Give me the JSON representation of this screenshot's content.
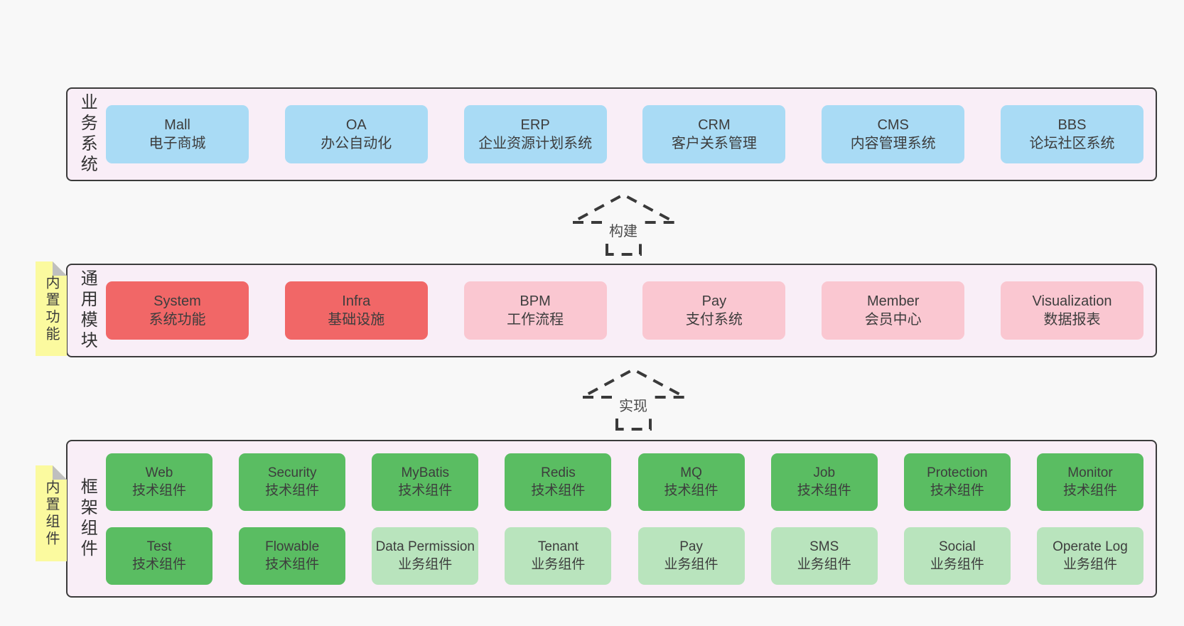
{
  "colors": {
    "page_bg": "#f8f8f8",
    "band_bg": "#f9eef7",
    "band_border": "#3b3b3b",
    "blue": "#a9dbf5",
    "red": "#f16767",
    "pink": "#fac7d1",
    "green": "#5abd62",
    "light_green": "#b9e4bd",
    "note_yellow": "#fbfa9f",
    "note_fold": "#bfbfbf",
    "text": "#3d3d3d"
  },
  "arrows": [
    {
      "label": "构建"
    },
    {
      "label": "实现"
    }
  ],
  "bands": [
    {
      "label": "业务系统",
      "rows": [
        [
          {
            "en": "Mall",
            "zh": "电子商城",
            "variant": "blue"
          },
          {
            "en": "OA",
            "zh": "办公自动化",
            "variant": "blue"
          },
          {
            "en": "ERP",
            "zh": "企业资源计划系统",
            "variant": "blue"
          },
          {
            "en": "CRM",
            "zh": "客户关系管理",
            "variant": "blue"
          },
          {
            "en": "CMS",
            "zh": "内容管理系统",
            "variant": "blue"
          },
          {
            "en": "BBS",
            "zh": "论坛社区系统",
            "variant": "blue"
          }
        ]
      ]
    },
    {
      "label": "通用模块",
      "note": "内置功能",
      "rows": [
        [
          {
            "en": "System",
            "zh": "系统功能",
            "variant": "red"
          },
          {
            "en": "Infra",
            "zh": "基础设施",
            "variant": "red"
          },
          {
            "en": "BPM",
            "zh": "工作流程",
            "variant": "pink"
          },
          {
            "en": "Pay",
            "zh": "支付系统",
            "variant": "pink"
          },
          {
            "en": "Member",
            "zh": "会员中心",
            "variant": "pink"
          },
          {
            "en": "Visualization",
            "zh": "数据报表",
            "variant": "pink"
          }
        ]
      ]
    },
    {
      "label": "框架组件",
      "note": "内置组件",
      "rows": [
        [
          {
            "en": "Web",
            "zh": "技术组件",
            "variant": "green"
          },
          {
            "en": "Security",
            "zh": "技术组件",
            "variant": "green"
          },
          {
            "en": "MyBatis",
            "zh": "技术组件",
            "variant": "green"
          },
          {
            "en": "Redis",
            "zh": "技术组件",
            "variant": "green"
          },
          {
            "en": "MQ",
            "zh": "技术组件",
            "variant": "green"
          },
          {
            "en": "Job",
            "zh": "技术组件",
            "variant": "green"
          },
          {
            "en": "Protection",
            "zh": "技术组件",
            "variant": "green"
          },
          {
            "en": "Monitor",
            "zh": "技术组件",
            "variant": "green"
          }
        ],
        [
          {
            "en": "Test",
            "zh": "技术组件",
            "variant": "green"
          },
          {
            "en": "Flowable",
            "zh": "技术组件",
            "variant": "green"
          },
          {
            "en": "Data Permission",
            "zh": "业务组件",
            "variant": "light_green"
          },
          {
            "en": "Tenant",
            "zh": "业务组件",
            "variant": "light_green"
          },
          {
            "en": "Pay",
            "zh": "业务组件",
            "variant": "light_green"
          },
          {
            "en": "SMS",
            "zh": "业务组件",
            "variant": "light_green"
          },
          {
            "en": "Social",
            "zh": "业务组件",
            "variant": "light_green"
          },
          {
            "en": "Operate Log",
            "zh": "业务组件",
            "variant": "light_green"
          }
        ]
      ]
    }
  ]
}
